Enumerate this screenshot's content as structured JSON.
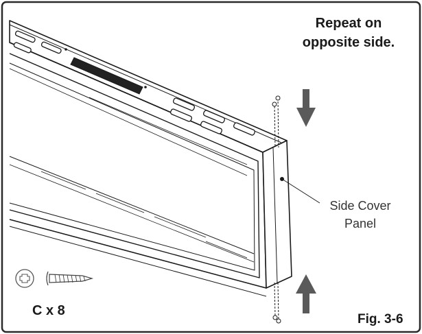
{
  "instruction": {
    "line1": "Repeat on",
    "line2": "opposite side."
  },
  "callout": {
    "line1": "Side Cover",
    "line2": "Panel"
  },
  "hardware": {
    "screw_icon": "phillips-screw-icon",
    "quantity": "C x 8"
  },
  "figure_label": "Fig. 3-6",
  "colors": {
    "line": "#1a1a1a",
    "dark_grille": "#222222",
    "border": "#2a2a2a"
  }
}
